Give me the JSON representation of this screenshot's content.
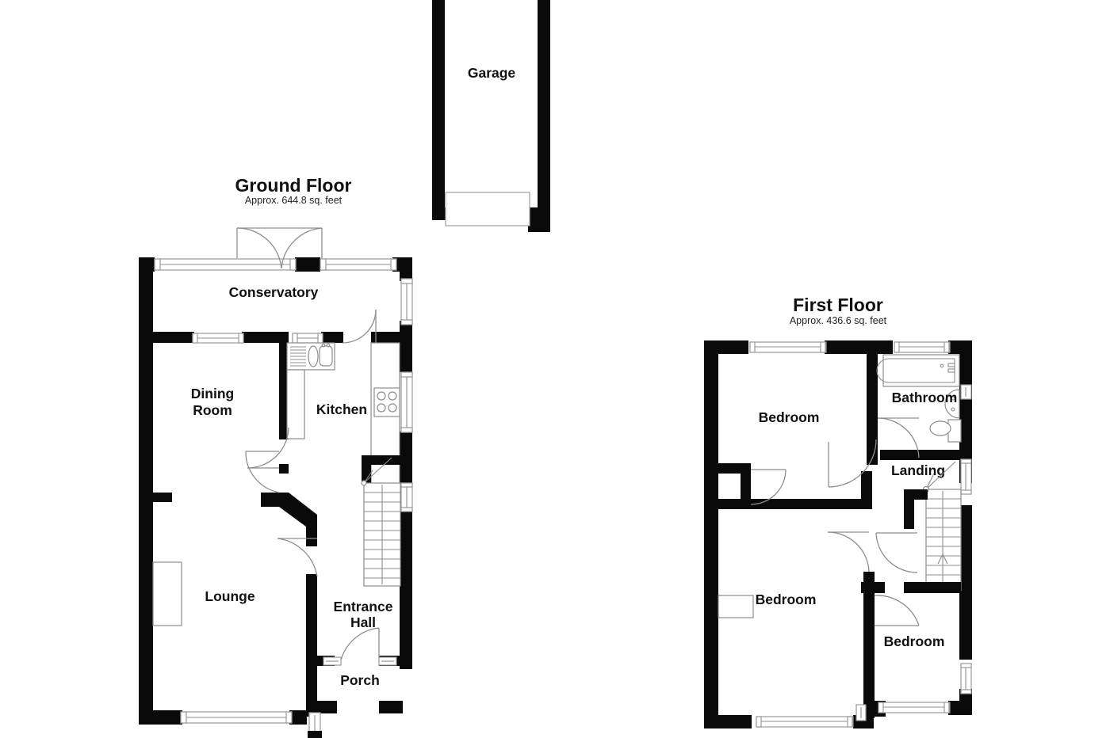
{
  "document": {
    "type": "residential-floor-plan",
    "background_color": "#ffffff",
    "wall_color": "#0a0a0a",
    "detail_color": "#8d8d8d"
  },
  "floors": [
    {
      "id": "ground",
      "title": "Ground Floor",
      "area_note": "Approx. 644.8 sq. feet",
      "rooms": [
        {
          "id": "conservatory",
          "label": "Conservatory"
        },
        {
          "id": "dining-room",
          "label": "Dining\nRoom",
          "line1": "Dining",
          "line2": "Room"
        },
        {
          "id": "kitchen",
          "label": "Kitchen"
        },
        {
          "id": "lounge",
          "label": "Lounge"
        },
        {
          "id": "entrance-hall",
          "label": "Entrance\nHall",
          "line1": "Entrance",
          "line2": "Hall"
        },
        {
          "id": "porch",
          "label": "Porch"
        }
      ]
    },
    {
      "id": "first",
      "title": "First Floor",
      "area_note": "Approx. 436.6 sq. feet",
      "rooms": [
        {
          "id": "bedroom-1",
          "label": "Bedroom"
        },
        {
          "id": "bathroom",
          "label": "Bathroom"
        },
        {
          "id": "landing",
          "label": "Landing"
        },
        {
          "id": "bedroom-2",
          "label": "Bedroom"
        },
        {
          "id": "bedroom-3",
          "label": "Bedroom"
        }
      ]
    },
    {
      "id": "garage-block",
      "title": "",
      "area_note": "",
      "rooms": [
        {
          "id": "garage",
          "label": "Garage"
        }
      ]
    }
  ],
  "labels": {
    "ground_title": "Ground Floor",
    "ground_area": "Approx. 644.8 sq. feet",
    "first_title": "First Floor",
    "first_area": "Approx. 436.6 sq. feet",
    "garage": "Garage",
    "conservatory": "Conservatory",
    "dining_line1": "Dining",
    "dining_line2": "Room",
    "kitchen": "Kitchen",
    "lounge": "Lounge",
    "hall_line1": "Entrance",
    "hall_line2": "Hall",
    "porch": "Porch",
    "bedroom_1": "Bedroom",
    "bedroom_2": "Bedroom",
    "bedroom_3": "Bedroom",
    "bathroom": "Bathroom",
    "landing": "Landing"
  },
  "fixtures": [
    {
      "id": "kitchen-sink",
      "name": "sink-with-drainer"
    },
    {
      "id": "kitchen-hob",
      "name": "four-ring-hob"
    },
    {
      "id": "kitchen-worktop",
      "name": "worktop-run"
    },
    {
      "id": "lounge-fireplace",
      "name": "fireplace-recess"
    },
    {
      "id": "bath-tub",
      "name": "bath-tub"
    },
    {
      "id": "wash-basin",
      "name": "wash-basin"
    },
    {
      "id": "toilet",
      "name": "toilet"
    },
    {
      "id": "bedroom-wardrobe",
      "name": "wardrobe-recess"
    },
    {
      "id": "ground-staircase",
      "name": "staircase-up"
    },
    {
      "id": "first-staircase",
      "name": "staircase-down"
    },
    {
      "id": "garage-door",
      "name": "garage-up-and-over-door"
    }
  ]
}
